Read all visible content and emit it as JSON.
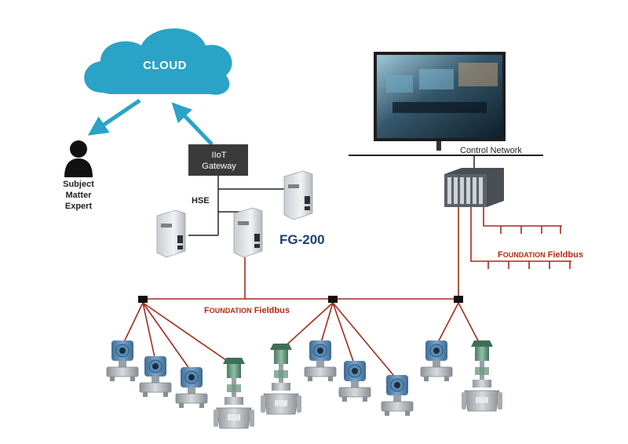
{
  "cloud": {
    "label": "CLOUD"
  },
  "expert": {
    "line1": "Subject",
    "line2": "Matter",
    "line3": "Expert"
  },
  "gateway": {
    "line1": "IIoT",
    "line2": "Gateway"
  },
  "hse_label": "HSE",
  "fg_label": "FG-200",
  "control_network_label": "Control Network",
  "fieldbus_main": {
    "first": "F",
    "caps": "OUNDATION",
    "rest": " Fieldbus"
  },
  "fieldbus_right": {
    "first": "F",
    "caps": "OUNDATION",
    "rest": " Fieldbus"
  },
  "colors": {
    "cloud": "#2aa3c7",
    "arrow": "#2aa3c7",
    "gateway_box": "#3a3a3a",
    "fieldbus": "#a52a1a",
    "ethernet": "#222222",
    "fg_text": "#1f3f74"
  },
  "icons": [
    "cloud-icon",
    "person-icon",
    "gateway-module-icon",
    "monitor-icon",
    "plc-rack-icon",
    "transmitter-icon",
    "valve-icon",
    "junction-icon"
  ]
}
